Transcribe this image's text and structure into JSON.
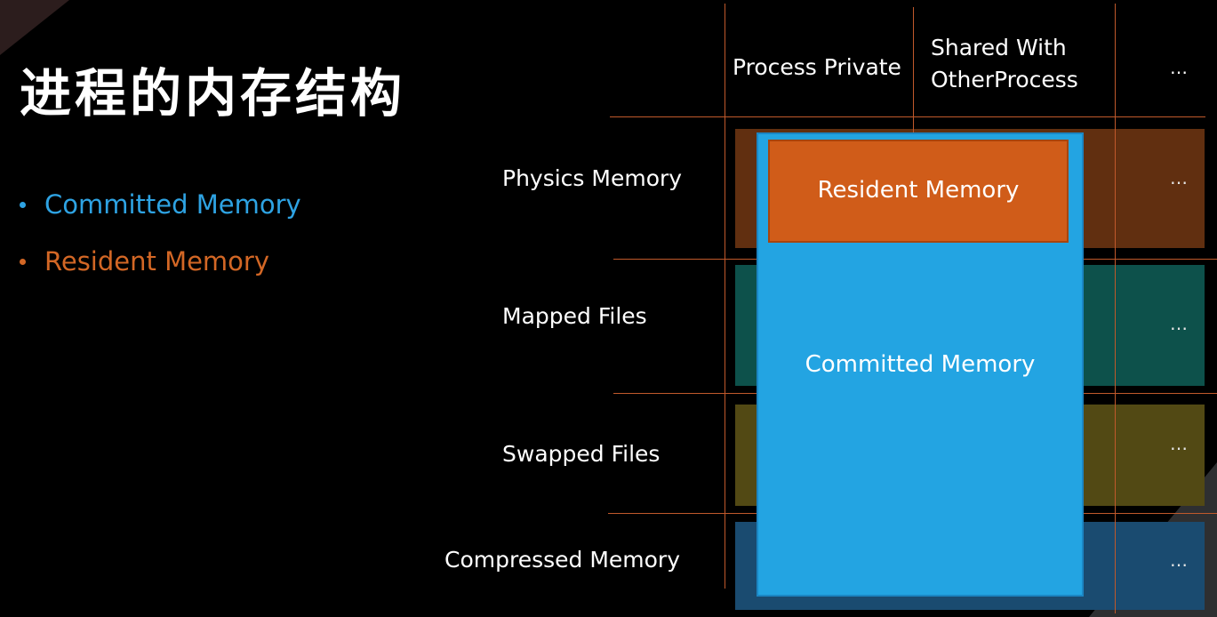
{
  "title": "进程的内存结构",
  "bullets": [
    {
      "label": "Committed Memory",
      "color": "#2ea3e3"
    },
    {
      "label": "Resident Memory",
      "color": "#d36725"
    }
  ],
  "columns": {
    "process_private": "Process Private",
    "shared_line1": "Shared With",
    "shared_line2": "OtherProcess",
    "more": "…"
  },
  "rows": [
    {
      "label": "Physics Memory",
      "color": "#612f10",
      "more": "…"
    },
    {
      "label": "Mapped Files",
      "color": "#0d514b",
      "more": "…"
    },
    {
      "label": "Swapped Files",
      "color": "#524914",
      "more": "…"
    },
    {
      "label": "Compressed Memory",
      "color": "#1a4b70",
      "more": "…"
    }
  ],
  "boxes": {
    "committed": {
      "label": "Committed Memory",
      "color": "#23a4e2"
    },
    "resident": {
      "label": "Resident Memory",
      "color": "#d05c19"
    }
  },
  "colors": {
    "background": "#000000",
    "gridline": "#c0592b",
    "text": "#ffffff"
  }
}
